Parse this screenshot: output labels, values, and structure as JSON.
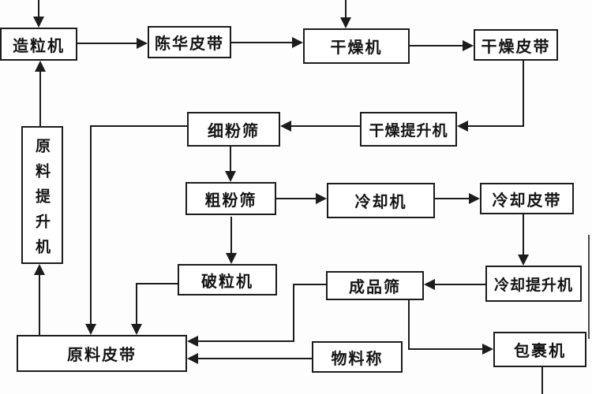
{
  "diagram": {
    "type": "process-flowchart",
    "language": "zh",
    "colors": {
      "line": "#1c1c1c",
      "background": "#ffffff",
      "box_fill": "#ffffff"
    },
    "nodes": [
      {
        "id": "granulator",
        "label": "造粒机"
      },
      {
        "id": "aging-belt",
        "label": "陈华皮带"
      },
      {
        "id": "dryer",
        "label": "干燥机"
      },
      {
        "id": "drying-belt",
        "label": "干燥皮带"
      },
      {
        "id": "fine-sieve",
        "label": "细粉筛"
      },
      {
        "id": "drying-elevator",
        "label": "干燥提升机"
      },
      {
        "id": "coarse-sieve",
        "label": "粗粉筛"
      },
      {
        "id": "cooler",
        "label": "冷却机"
      },
      {
        "id": "cooling-belt",
        "label": "冷却皮带"
      },
      {
        "id": "crusher",
        "label": "破粒机"
      },
      {
        "id": "product-sieve",
        "label": "成品筛"
      },
      {
        "id": "cooling-elevator",
        "label": "冷却提升机"
      },
      {
        "id": "raw-material-elevator",
        "label": "原料提升机"
      },
      {
        "id": "raw-material-belt",
        "label": "原料皮带"
      },
      {
        "id": "material-scale",
        "label": "物料称"
      },
      {
        "id": "wrapping-machine",
        "label": "包裹机"
      }
    ],
    "edges": [
      {
        "from": "offscreen-top-left",
        "to": "granulator"
      },
      {
        "from": "offscreen-top-right",
        "to": "dryer"
      },
      {
        "from": "granulator",
        "to": "aging-belt"
      },
      {
        "from": "aging-belt",
        "to": "dryer"
      },
      {
        "from": "dryer",
        "to": "drying-belt"
      },
      {
        "from": "drying-belt",
        "to": "drying-elevator"
      },
      {
        "from": "drying-elevator",
        "to": "fine-sieve"
      },
      {
        "from": "fine-sieve",
        "to": "coarse-sieve"
      },
      {
        "from": "fine-sieve",
        "to": "raw-material-belt"
      },
      {
        "from": "coarse-sieve",
        "to": "cooler"
      },
      {
        "from": "coarse-sieve",
        "to": "crusher"
      },
      {
        "from": "cooler",
        "to": "cooling-belt"
      },
      {
        "from": "cooling-belt",
        "to": "cooling-elevator"
      },
      {
        "from": "cooling-elevator",
        "to": "product-sieve"
      },
      {
        "from": "product-sieve",
        "to": "raw-material-belt"
      },
      {
        "from": "product-sieve",
        "to": "wrapping-machine"
      },
      {
        "from": "crusher",
        "to": "raw-material-belt"
      },
      {
        "from": "material-scale",
        "to": "raw-material-belt"
      },
      {
        "from": "raw-material-belt",
        "to": "raw-material-elevator"
      },
      {
        "from": "raw-material-elevator",
        "to": "granulator"
      },
      {
        "from": "wrapping-machine",
        "to": "offscreen-bottom"
      }
    ]
  }
}
